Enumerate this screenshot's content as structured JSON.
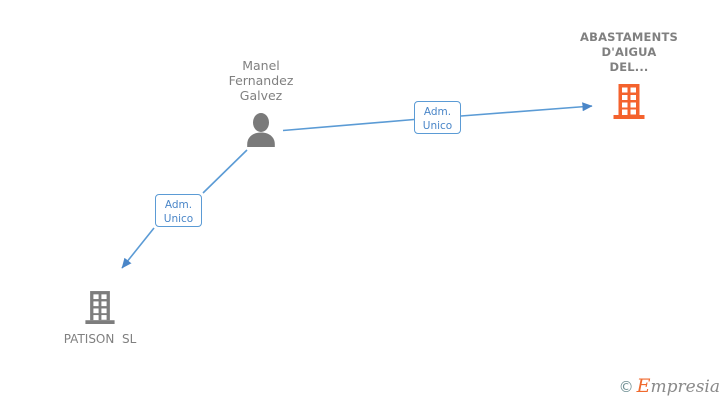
{
  "diagram": {
    "title_node": {
      "name": "ABASTAMENTS\nD'AIGUA\nDEL...",
      "icon": "building-icon",
      "color": "#f4622d"
    },
    "person_node": {
      "name": "Manel\nFernandez\nGalvez",
      "icon": "person-icon",
      "color": "#808080"
    },
    "subsidiary_node": {
      "name": "PATISON  SL",
      "icon": "building-icon",
      "color": "#808080"
    },
    "edges": [
      {
        "id": "edge-person-to-company",
        "label": "Adm.\nUnico",
        "from": "person_node",
        "to": "title_node",
        "color": "#5b9bd5"
      },
      {
        "id": "edge-person-to-subsidiary",
        "label": "Adm.\nUnico",
        "from": "person_node",
        "to": "subsidiary_node",
        "color": "#5b9bd5"
      }
    ]
  },
  "watermark": {
    "copyright": "©",
    "brand_first": "E",
    "brand_rest": "mpresia"
  }
}
